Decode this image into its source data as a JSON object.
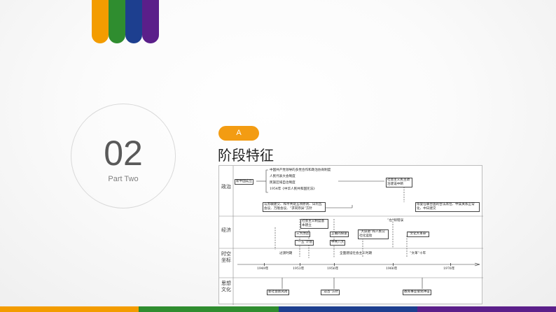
{
  "colors": {
    "orange": "#f39c00",
    "green": "#2f8d2f",
    "blue": "#1d3f8f",
    "purple": "#5b1f8a",
    "badge": "#f39c12"
  },
  "section": {
    "number": "02",
    "subtitle": "Part Two"
  },
  "badge": {
    "label": "A"
  },
  "heading": "阶段特征",
  "diagram": {
    "categories": {
      "politics": "政治",
      "economy": "经济",
      "timeline": "时空坐标",
      "culture": "思想文化"
    },
    "politics": {
      "founding": "新中国成立",
      "systems": [
        "中国共产党领导的多党合作和政治协商制度",
        "人民代表大会制度",
        "民族区域自治制度",
        "1954年《中华人民共和国宪法》"
      ],
      "democracy": "社会主义民主政治建设中断",
      "diplomacy": "与苏联建交、和平共处五项原则、日内瓦会议、万隆会议、“求同存异”方针",
      "recovery": "恢复在联合国的合法席位、中美关系正常化、中日建交"
    },
    "economy": {
      "left_mistake": "“左”倾错误",
      "system_established": "社会主义制度基本建立",
      "three_transformations": "三大改造",
      "first_plan": "“一五”计划",
      "exploration": "正确的探索",
      "eighth_congress": "中共八大",
      "great_leap": "“大跃进”和人民公社化运动",
      "cultural_revolution": "“文化大革命”"
    },
    "timeline": {
      "transition": "过渡时期",
      "full_construction": "全面建设社会主义时期",
      "decade": "“文革”十年",
      "years": [
        "1949年",
        "1953年",
        "1956年",
        "1966年",
        "1976年"
      ]
    },
    "culture": {
      "new_customs": "新社会新风尚",
      "double_hundred": "“双百”方针",
      "education_impact": "教育事业受到冲击"
    }
  }
}
